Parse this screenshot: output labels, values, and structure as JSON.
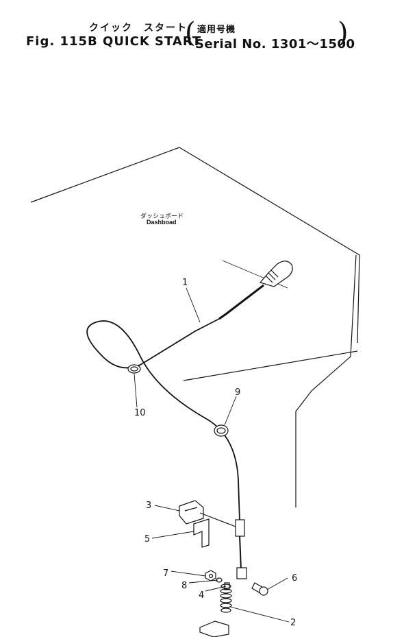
{
  "title": {
    "jp": "クイック　スタート",
    "en": "Fig. 115B QUICK START",
    "serial_jp": "適用号機",
    "serial_en": "Serial No. 1301～1500"
  },
  "labels": {
    "dashboard_jp": "ダッシュボード",
    "dashboard_en": "Dashboad"
  },
  "callouts": [
    {
      "id": "1",
      "text": "1"
    },
    {
      "id": "2",
      "text": "2"
    },
    {
      "id": "3",
      "text": "3"
    },
    {
      "id": "4",
      "text": "4"
    },
    {
      "id": "5",
      "text": "5"
    },
    {
      "id": "6",
      "text": "6"
    },
    {
      "id": "7",
      "text": "7"
    },
    {
      "id": "8",
      "text": "8"
    },
    {
      "id": "9",
      "text": "9"
    },
    {
      "id": "10",
      "text": "10"
    }
  ]
}
